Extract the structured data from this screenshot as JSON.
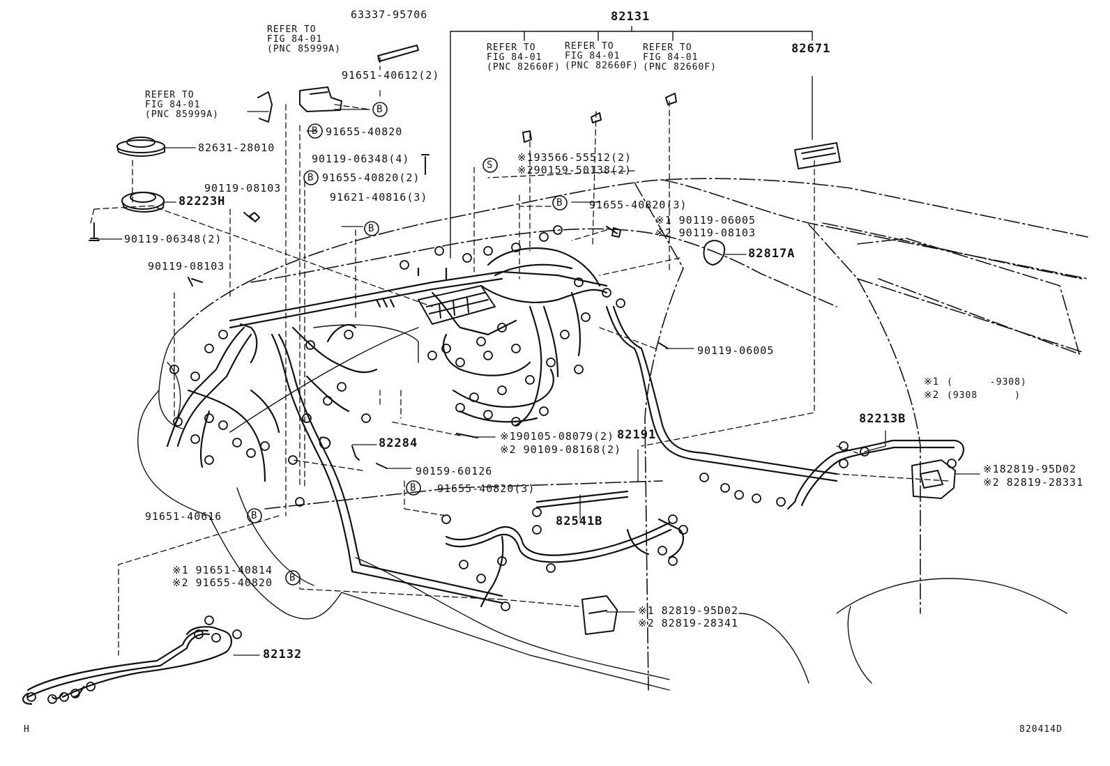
{
  "diagram": {
    "figure_id": "820414D",
    "corner_mark": "H",
    "legend": {
      "row1_mark": "※1",
      "row1_text": "(      -9308)",
      "row2_mark": "※2",
      "row2_text": "(9308      )"
    },
    "refer_notes": {
      "note_a": "REFER TO\nFIG 84-01\n(PNC 85999A)",
      "note_b": "REFER TO\nFIG 84-01\n(PNC 85999A)",
      "note_c": "REFER TO\nFIG 84-01\n(PNC 82660F)",
      "note_d": "REFER TO\nFIG 84-01\n(PNC 82660F)",
      "note_e": "REFER TO\nFIG 84-01\n(PNC 82660F)"
    },
    "parts": {
      "p63337": "63337-95706",
      "p82131": "82131",
      "p82671": "82671",
      "p91651_40612": "91651-40612(2)",
      "p91655_40820_a": "91655-40820",
      "p82631": "82631-28010",
      "p90119_06348_4": "90119-06348(4)",
      "p91655_40820_2": "91655-40820(2)",
      "p82223": "82223H",
      "p90119_08103_a": "90119-08103",
      "p91621": "91621-40816(3)",
      "p90119_06348_2": "90119-06348(2)",
      "p90119_08103_b": "90119-08103",
      "p93566": "※193566-55512(2)",
      "p90159_50138": "※290159-50138(2)",
      "p91655_40820_3a": "91655-40820(3)",
      "p90119_06005_a": "※1 90119-06005",
      "p90119_08103_c": "※2 90119-08103",
      "p82817": "82817A",
      "p90119_06005_b": "90119-06005",
      "p82213": "82213B",
      "p82819_95d02_a": "※182819-95D02",
      "p82819_28331": "※2 82819-28331",
      "p90105": "※190105-08079(2)",
      "p82191": "82191",
      "p90109": "※2 90109-08168(2)",
      "p82284": "82284",
      "p90159_60126": "90159-60126",
      "p91655_40820_3b": "91655-40820(3)",
      "p91651_40616": "91651-40616",
      "p82541": "82541B",
      "p91651_40814": "※1 91651-40814",
      "p91655_40820_b": "※2 91655-40820",
      "p82819_95d02_b": "※1 82819-95D02",
      "p82819_28341": "※2 82819-28341",
      "p82132": "82132"
    },
    "callout_letters": {
      "b": "B",
      "s": "S"
    }
  }
}
